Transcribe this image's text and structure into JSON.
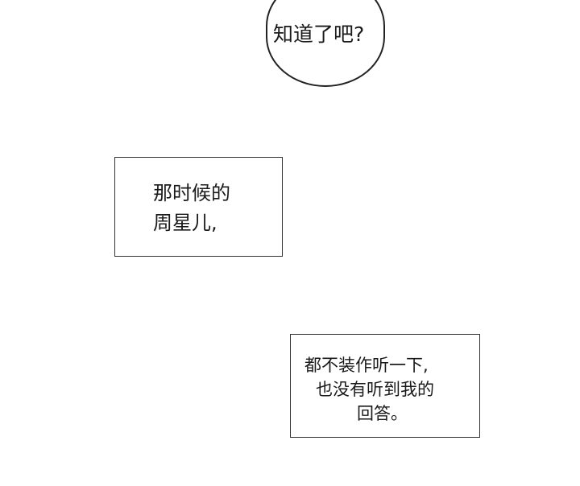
{
  "panels": [
    {
      "type": "speech-bubble",
      "lines": [
        "知道了吧?"
      ]
    },
    {
      "type": "narration-box",
      "lines": [
        "那时候的",
        "周星儿,"
      ]
    },
    {
      "type": "narration-box",
      "lines": [
        "都不装作听一下,",
        "也没有听到我的",
        "回答。"
      ]
    }
  ]
}
